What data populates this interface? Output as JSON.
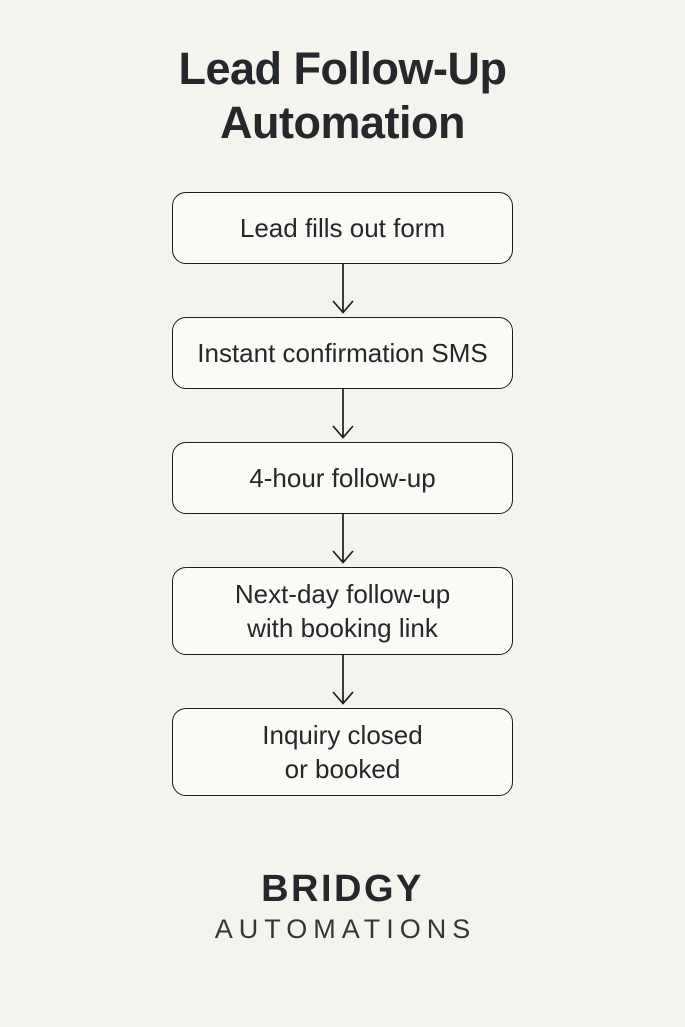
{
  "page": {
    "title_lines": [
      "Lead Follow-Up",
      "Automation"
    ]
  },
  "flow": {
    "steps": [
      {
        "label": "Lead fills out form"
      },
      {
        "label": "Instant confirmation SMS"
      },
      {
        "label": "4-hour follow-up"
      },
      {
        "label": "Next-day follow-up\nwith booking link"
      },
      {
        "label": "Inquiry closed\nor booked"
      }
    ]
  },
  "footer": {
    "brand": "BRIDGY",
    "tagline": "AUTOMATIONS"
  },
  "colors": {
    "background": "#f4f3ee",
    "box_fill": "#fbfaf6",
    "outline": "#1b1c1e",
    "text": "#25282b"
  }
}
